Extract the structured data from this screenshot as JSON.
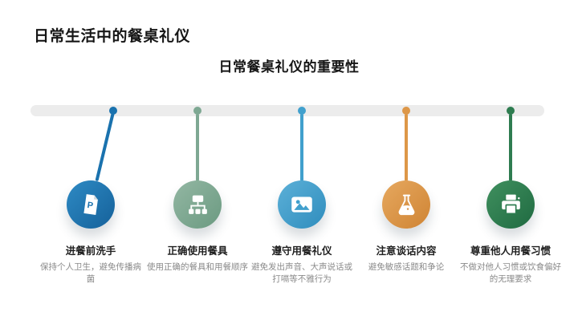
{
  "slide": {
    "title": "日常生活中的餐桌礼仪",
    "subtitle": "日常餐桌礼仪的重要性",
    "background_color": "#ffffff",
    "timeline_bar_color": "#ececec"
  },
  "timeline": {
    "items": [
      {
        "title": "进餐前洗手",
        "desc": "保持个人卫生，避免传播病菌",
        "icon": "document-p-icon",
        "color": "#1a72ae",
        "color_light": "#2e8ac4",
        "color_dark": "#15619a"
      },
      {
        "title": "正确使用餐具",
        "desc": "使用正确的餐具和用餐顺序",
        "icon": "sitemap-icon",
        "color": "#7ea893",
        "color_light": "#93b7a3",
        "color_dark": "#6b9a81"
      },
      {
        "title": "遵守用餐礼仪",
        "desc": "避免发出声音、大声说话或打嗝等不雅行为",
        "icon": "image-icon",
        "color": "#41a0cd",
        "color_light": "#5cb0d8",
        "color_dark": "#2f8dbd"
      },
      {
        "title": "注意谈话内容",
        "desc": "避免敏感话题和争论",
        "icon": "flask-icon",
        "color": "#dd9748",
        "color_light": "#e6a85f",
        "color_dark": "#cf8434"
      },
      {
        "title": "尊重他人用餐习惯",
        "desc": "不做对他人习惯或饮食偏好的无理要求",
        "icon": "printer-icon",
        "color": "#2e7c50",
        "color_light": "#40905f",
        "color_dark": "#1f6a41"
      }
    ]
  }
}
